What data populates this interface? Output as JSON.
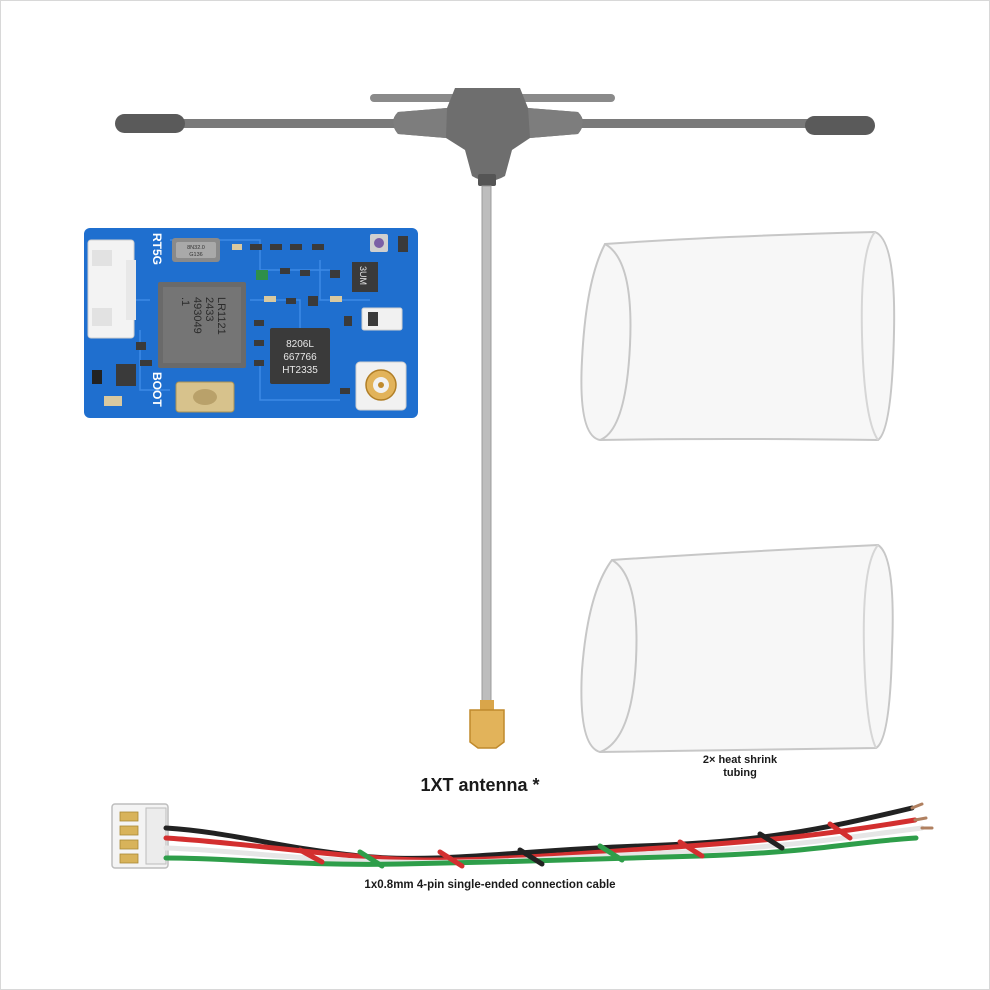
{
  "captions": {
    "antenna": "1XT antenna *",
    "tubing_line1": "2× heat shrink",
    "tubing_line2": "tubing",
    "cable": "1x0.8mm 4-pin single-ended connection cable"
  },
  "board": {
    "model": "RT5G",
    "boot_label": "BOOT",
    "chip_main_lines": [
      "LR1121",
      "2433",
      "493049",
      ".1"
    ],
    "chip_second_lines": [
      "8206L",
      "667766",
      "HT2335"
    ],
    "small_part_label": "3UM",
    "crystal_lines": [
      "8N32.0",
      "G136"
    ],
    "color": "#1f6fcf"
  },
  "colors": {
    "antenna_hub": "#6e6e6e",
    "antenna_coax": "#bdbdbd",
    "connector": "#e2b35a",
    "tubing_stroke": "#c7c7c7",
    "wire_red": "#d32f2f",
    "wire_green": "#2e9e4a",
    "wire_black": "#222222",
    "wire_white": "#eeeeee"
  }
}
